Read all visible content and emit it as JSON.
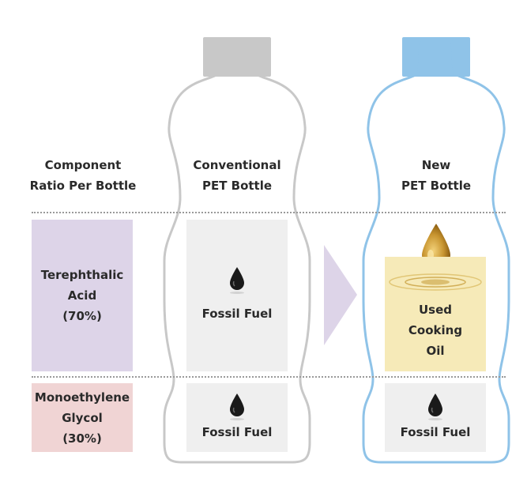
{
  "headers": {
    "component": [
      "Component",
      "Ratio Per Bottle"
    ],
    "conventional": [
      "Conventional",
      "PET Bottle"
    ],
    "new": [
      "New",
      "PET Bottle"
    ]
  },
  "rows": {
    "terephthalic": [
      "Terephthalic",
      "Acid",
      "(70%)"
    ],
    "monoethylene": [
      "Monoethylene",
      "Glycol",
      "(30%)"
    ]
  },
  "cells": {
    "fossil_fuel": "Fossil Fuel",
    "used_cooking_oil": [
      "Used",
      "Cooking",
      "Oil"
    ]
  },
  "colors": {
    "conventional_bottle": "#c8c8c8",
    "new_bottle": "#8fc3e8",
    "terephthalic_box": "#ddd4e8",
    "monoethylene_box": "#f0d4d4",
    "arrow": "#ddd4e8",
    "fossil_box": "#efefef",
    "oil_box": "#f6eab8"
  },
  "icons": {
    "fossil": "black-oil-drop-icon",
    "oil": "golden-oil-drop-icon",
    "arrow": "right-arrow-icon"
  }
}
